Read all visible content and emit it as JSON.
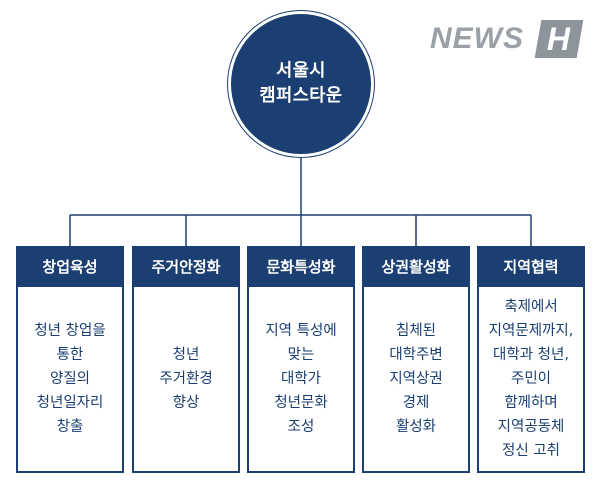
{
  "center": {
    "line1": "서울시",
    "line2": "캠퍼스타운"
  },
  "logo": {
    "text": "NEWS",
    "badge": "H"
  },
  "colors": {
    "primary": "#1b3f72",
    "connector": "#1b3f72",
    "logo_gray": "#9aa0a6"
  },
  "branches": [
    {
      "title": "창업육성",
      "body": "청년 창업을\n통한\n양질의\n청년일자리\n창출"
    },
    {
      "title": "주거안정화",
      "body": "청년\n주거환경\n향상"
    },
    {
      "title": "문화특성화",
      "body": "지역 특성에\n맞는\n대학가\n청년문화\n조성"
    },
    {
      "title": "상권활성화",
      "body": "침체된\n대학주변\n지역상권\n경제\n활성화"
    },
    {
      "title": "지역협력",
      "body": "축제에서\n지역문제까지,\n대학과 청년,\n주민이\n함께하며\n지역공동체\n정신 고취"
    }
  ]
}
